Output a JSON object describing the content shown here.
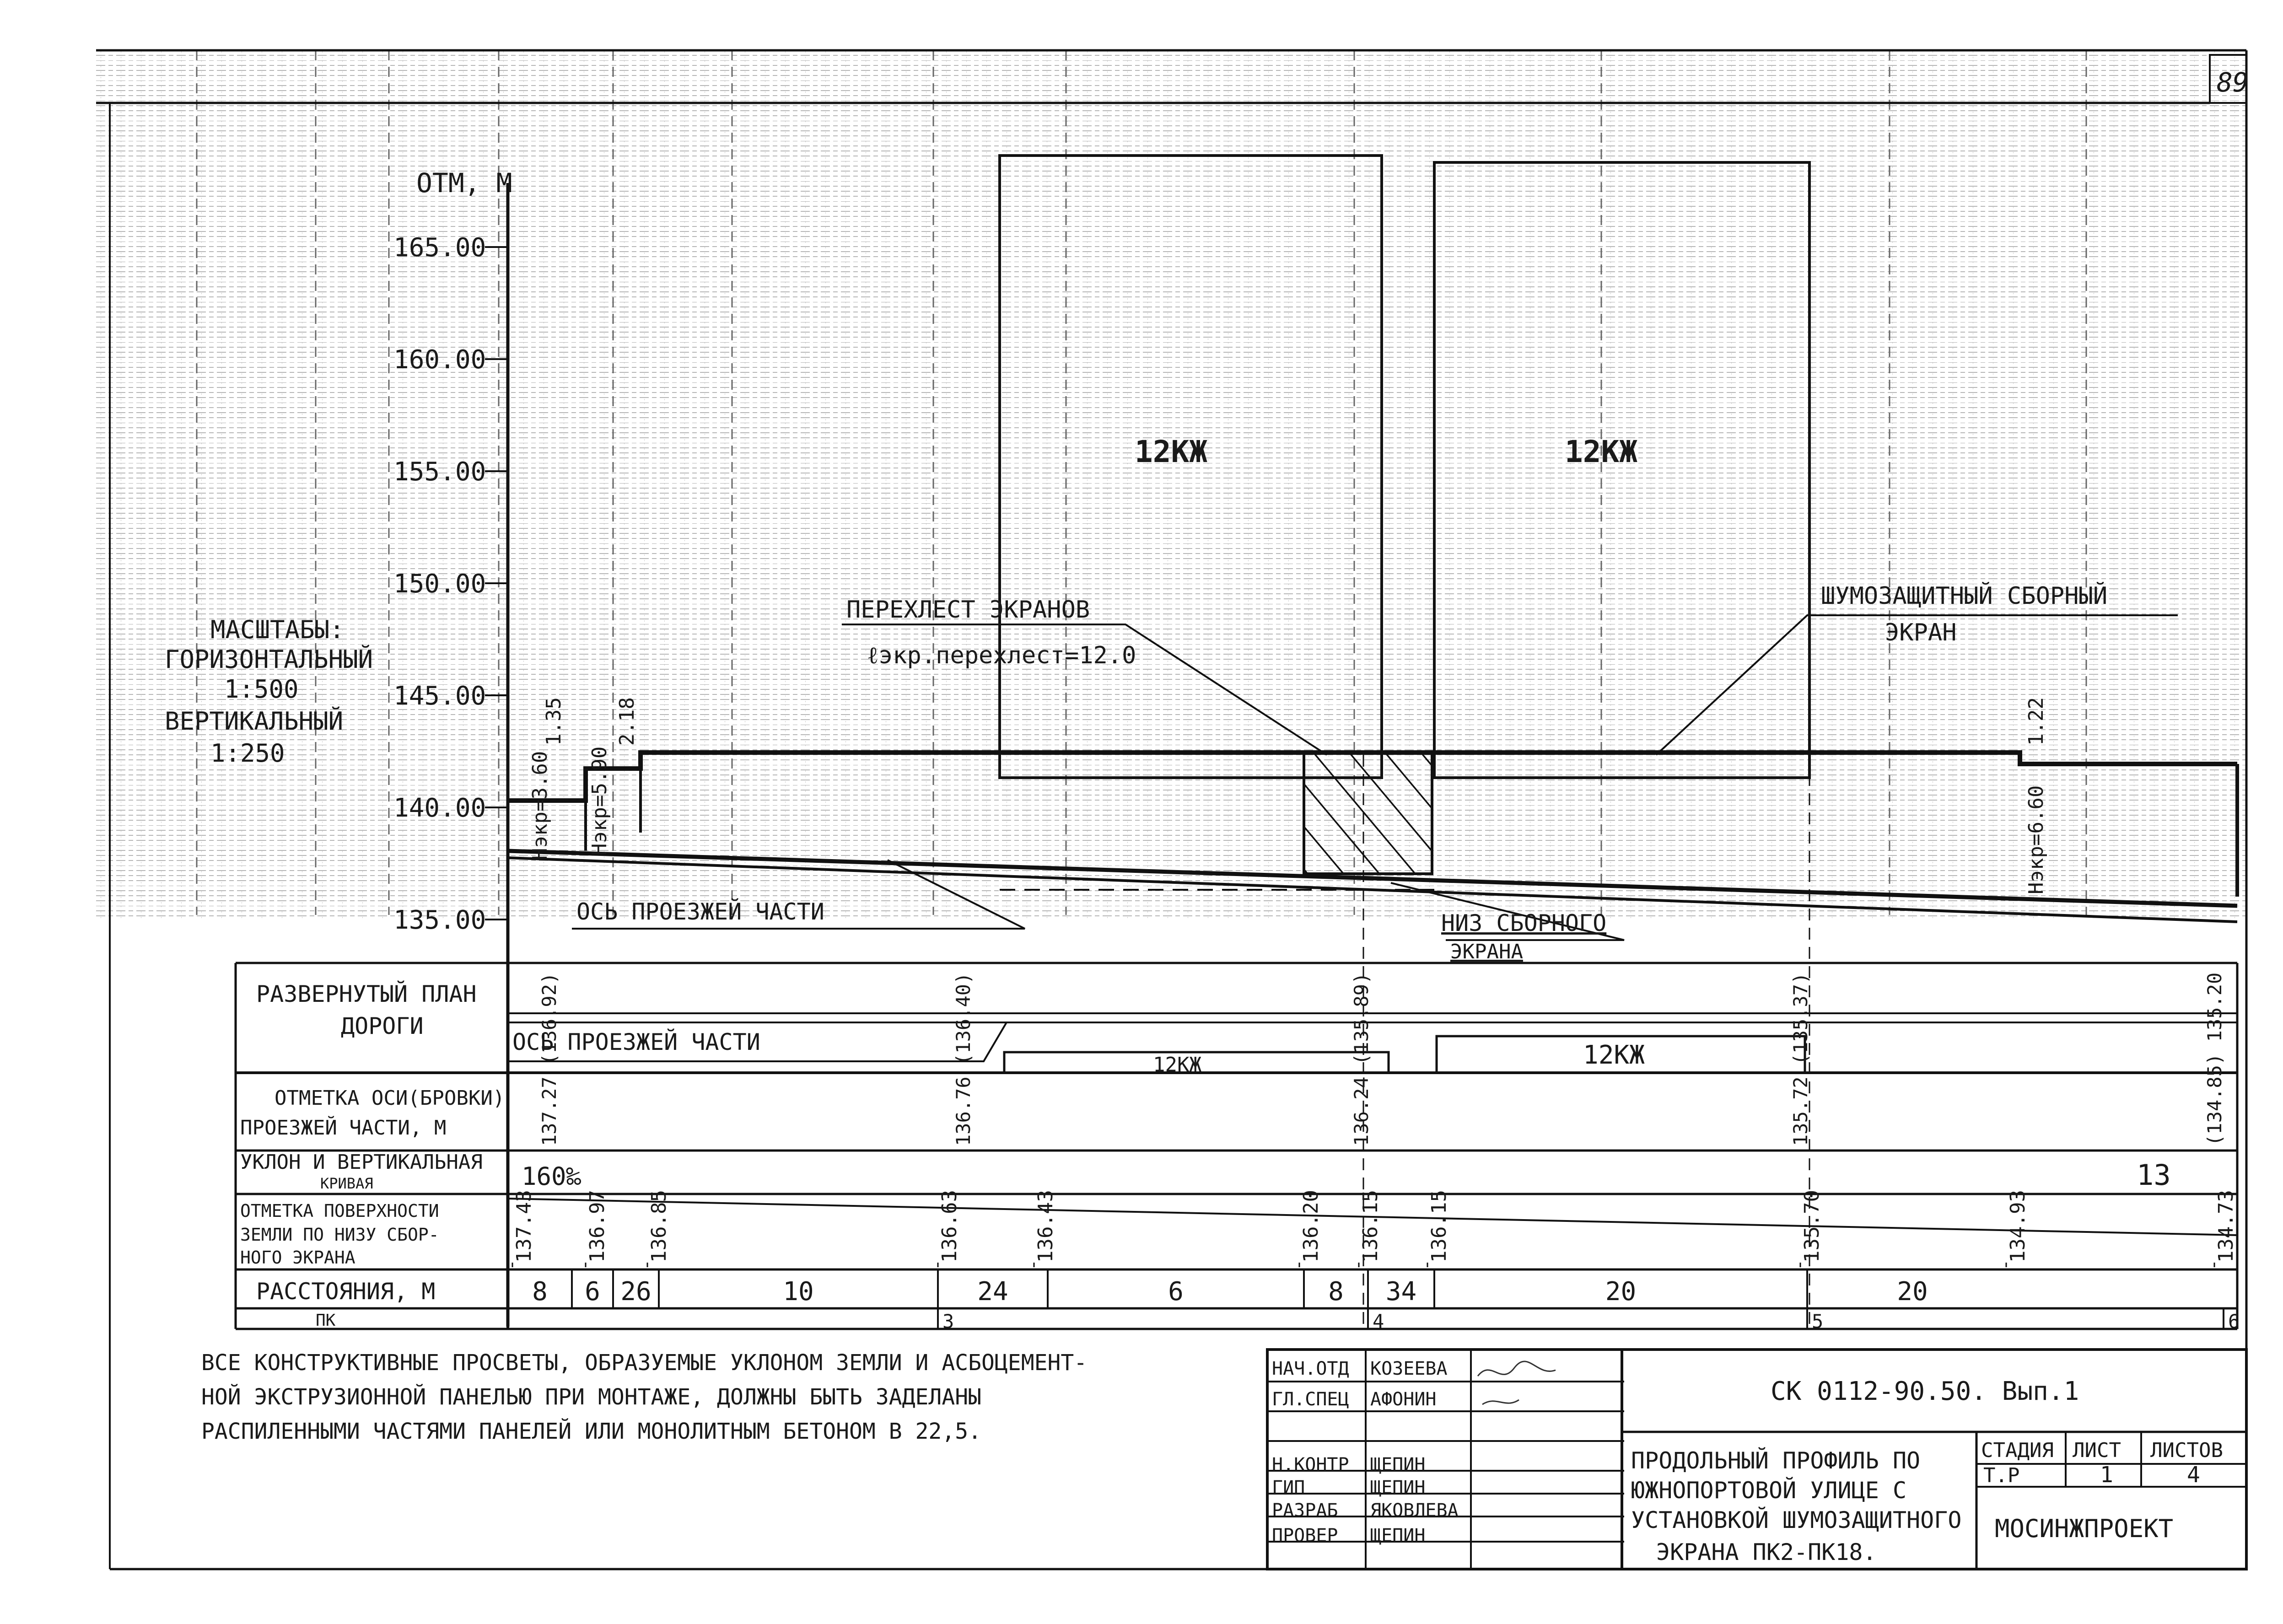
{
  "page_number": "89",
  "elevation_axis": {
    "title": "ОТМ, М",
    "ticks": [
      "165.00",
      "160.00",
      "155.00",
      "150.00",
      "145.00",
      "140.00",
      "135.00"
    ]
  },
  "scales": {
    "title": "МАСШТАБЫ:",
    "horizontal_label": "ГОРИЗОНТАЛЬНЫЙ",
    "horizontal_value": "1:500",
    "vertical_label": "ВЕРТИКАЛЬНЫЙ",
    "vertical_value": "1:250"
  },
  "buildings": [
    "12КЖ",
    "12КЖ"
  ],
  "annotations": {
    "overlap": "ПЕРЕХЛЕСТ ЭКРАНОВ",
    "overlap_length": "ℓэкр.перехлест=12.0",
    "noise_screen_1": "ШУМОЗАЩИТНЫЙ СБОРНЫЙ",
    "noise_screen_2": "ЭКРАН",
    "axis_road": "ОСЬ ПРОЕЗЖЕЙ ЧАСТИ",
    "bottom_screen_1": "НИЗ СБОРНОГО",
    "bottom_screen_2": "ЭКРАНА",
    "dim_135": "1.35",
    "dim_218": "2.18",
    "dim_122": "1.22",
    "h_screen_1": "Hэкр=3.60",
    "h_screen_2": "Hэкр=5.90",
    "h_screen_3": "Hэкр=6.60"
  },
  "plan_strip": {
    "label_1": "РАЗВЕРНУТЫЙ ПЛАН",
    "label_2": "ДОРОГИ",
    "axis_label": "ОСЬ ПРОЕЗЖЕЙ ЧАСТИ",
    "building_1": "12КЖ",
    "building_2": "12КЖ"
  },
  "rows": {
    "axis_elev_1": "ОТМЕТКА ОСИ(БРОВКИ)",
    "axis_elev_2": "ПРОЕЗЖЕЙ ЧАСТИ, М",
    "slope_1": "УКЛОН И ВЕРТИКАЛЬНАЯ",
    "slope_2": "КРИВАЯ",
    "ground_1": "ОТМЕТКА ПОВЕРХНОСТИ",
    "ground_2": "ЗЕМЛИ ПО НИЗУ СБОР-",
    "ground_3": "НОГО ЭКРАНА",
    "distance": "РАССТОЯНИЯ, М",
    "pk": "ПК"
  },
  "axis_elevations": [
    "137.27 (136.92)",
    "136.76 (136.40)",
    "136.24 (135.89)",
    "135.72 (135.37)",
    "(134.85) 135.20"
  ],
  "slope_values": [
    "160‰",
    "13"
  ],
  "ground_elevations": [
    "137.43",
    "136.97",
    "136.85",
    "136.63",
    "136.43",
    "136.20",
    "136.15",
    "136.15",
    "135.70",
    "134.93",
    "134.73"
  ],
  "distances": [
    "8",
    "6",
    "26",
    "10",
    "24",
    "6",
    "8",
    "34",
    "20",
    "20"
  ],
  "pickets": [
    "3",
    "4",
    "5",
    "6"
  ],
  "note": [
    "ВСЕ КОНСТРУКТИВНЫЕ ПРОСВЕТЫ, ОБРАЗУЕМЫЕ УКЛОНОМ ЗЕМЛИ И АСБОЦЕМЕНТ-",
    "НОЙ ЭКСТРУЗИОННОЙ ПАНЕЛЬЮ ПРИ МОНТАЖЕ, ДОЛЖНЫ БЫТЬ ЗАДЕЛАНЫ",
    "РАСПИЛЕННЫМИ ЧАСТЯМИ ПАНЕЛЕЙ ИЛИ МОНОЛИТНЫМ БЕТОНОМ В 22,5."
  ],
  "title_block": {
    "code": "СК 0112-90.50. Вып.1",
    "title": [
      "ПРОДОЛЬНЫЙ ПРОФИЛЬ ПО",
      "ЮЖНОПОРТОВОЙ УЛИЦЕ С",
      "УСТАНОВКОЙ ШУМОЗАЩИТНОГО",
      "ЭКРАНА ПК2-ПК18."
    ],
    "roles": [
      {
        "role": "НАЧ.ОТД",
        "name": "КОЗЕЕВА"
      },
      {
        "role": "ГЛ.СПЕЦ",
        "name": "АФОНИН"
      },
      {
        "role": "",
        "name": ""
      },
      {
        "role": "Н.КОНТР",
        "name": "ЩЕПИН"
      },
      {
        "role": "ГИП",
        "name": "ЩЕПИН"
      },
      {
        "role": "РАЗРАБ",
        "name": "ЯКОВЛЕВА"
      },
      {
        "role": "ПРОВЕР",
        "name": "ЩЕПИН"
      }
    ],
    "stage_label": "СТАДИЯ",
    "sheet_label": "ЛИСТ",
    "sheets_label": "ЛИСТОВ",
    "stage_value": "Т.Р",
    "sheet_value": "1",
    "sheets_value": "4",
    "org": "МОСИНЖПРОЕКТ"
  }
}
